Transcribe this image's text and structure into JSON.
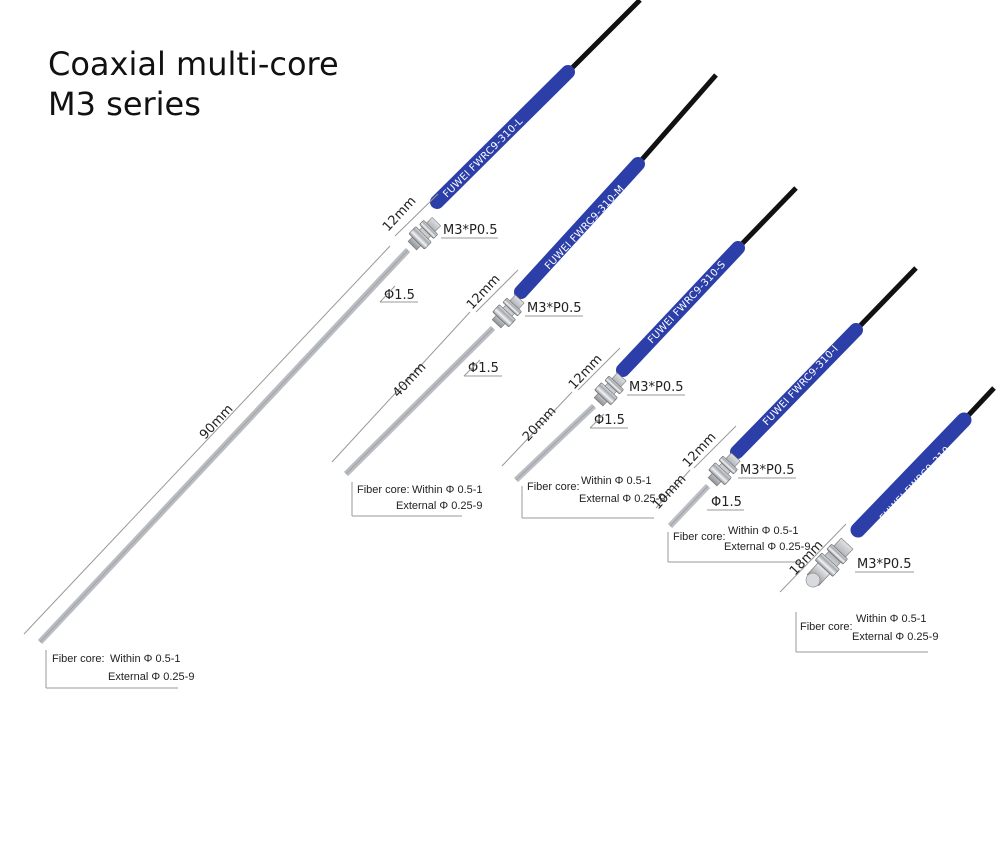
{
  "title": {
    "line1": "Coaxial multi-core",
    "line2": "M3 series"
  },
  "colors": {
    "sleeve": "#2c3fa8",
    "cable": "#111111",
    "steel": "#c9ccd0"
  },
  "fiber_core": {
    "label": "Fiber core:",
    "within": "Within Φ 0.5-1",
    "external": "External Φ 0.25-9"
  },
  "thread_label": "M3*P0.5",
  "diameter_label": "Φ1.5",
  "products": [
    {
      "model": "FUWEI FWRC9-310-L",
      "head_length": "12mm",
      "probe_length": "90mm"
    },
    {
      "model": "FUWEI FWRC9-310-M",
      "head_length": "12mm",
      "probe_length": "40mm"
    },
    {
      "model": "FUWEI FWRC9-310-S",
      "head_length": "12mm",
      "probe_length": "20mm"
    },
    {
      "model": "FUWEI FWRC9-310-I",
      "head_length": "12mm",
      "probe_length": "10mm"
    },
    {
      "model": "FUWEI FWRC9-310",
      "head_length": "18mm"
    }
  ]
}
